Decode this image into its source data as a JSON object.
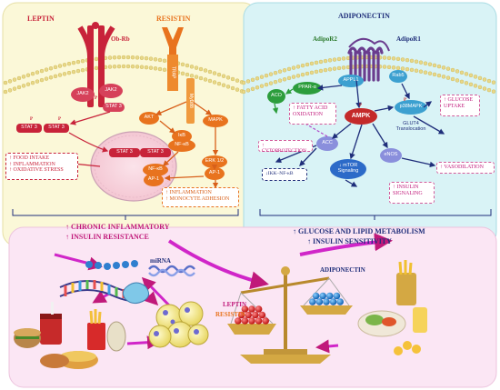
{
  "leptin_panel": {
    "title": "LEPTIN",
    "receptor": "Ob-Rb",
    "jak2_left": "JAK2",
    "jak2_right": "JAK2",
    "stat3_receptor": "STAT 3",
    "stat3_a": "STAT 3",
    "stat3_b": "STAT 3",
    "effects": [
      "↑ FOOD INTAKE",
      "↑ INFLAMMATION",
      "↑ OXIDATIVE STRESS"
    ]
  },
  "resistin_panel": {
    "title": "RESISTIN",
    "trap": "TRAP",
    "myd88": "MyD88",
    "akt": "AKT",
    "ikb": "IκB",
    "nfkb": "NF-κB",
    "mapk": "MAPK",
    "erk": "ERK 1/2",
    "ap1": "AP-1",
    "effects": [
      "↑ INFLAMMATION",
      "↑ MONOCYTE ADHESION"
    ]
  },
  "nucleus": {
    "stat3_a": "STAT 3",
    "stat3_b": "STAT 3",
    "nfkb": "NF-κB",
    "ap1": "AP-1"
  },
  "phospho_label": "P",
  "adiponectin_panel": {
    "title": "ADIPONECTIN",
    "adipor2": "AdipoR2",
    "adipor1": "AdipoR1",
    "appl1": "APPL1",
    "rab5": "Rab5",
    "ppar": "PPAR-α",
    "aco": "ACO",
    "ampk": "AMPK",
    "p38": "p38MAPK",
    "glut4": "GLUT4 Translocation",
    "acc": "ACC",
    "enos": "eNOS",
    "ikk": "↓IKK–NF-κB",
    "mtor": "↓ mTOR Signaling",
    "fatty_acid": "↑ FATTY ACID OXIDATION",
    "cytoprotection": "↑ CYTOPROTECTION",
    "glucose_uptake": "↑ GLUCOSE UPTAKE",
    "vasodilation": "↑ VASODILATION",
    "insulin_signaling": "↑ INSULIN SIGNALING"
  },
  "left_summary": [
    "↑ CHRONIC INFLAMMATORY",
    "↑ INSULIN RESISTANCE"
  ],
  "right_summary": [
    "↑ GLUCOSE AND LIPID METABOLISM",
    "↑ INSULIN SENSITIVITY"
  ],
  "bottom_panel": {
    "mirna": "miRNA",
    "leptin": "LEPTIN",
    "resistin": "RESISTIN",
    "adiponectin": "ADIPONECTIN"
  },
  "colors": {
    "leptin_red": "#c8233a",
    "resistin_orange": "#e8731e",
    "adiponectin_purple": "#6a3c8e",
    "ampk_red": "#c42a2a",
    "magenta_text": "#c0197a",
    "navy_text": "#1f2e7a",
    "left_bg": "#fbf8d8",
    "right_bg": "#d9f3f6",
    "bottom_bg": "#fbe6f4"
  }
}
